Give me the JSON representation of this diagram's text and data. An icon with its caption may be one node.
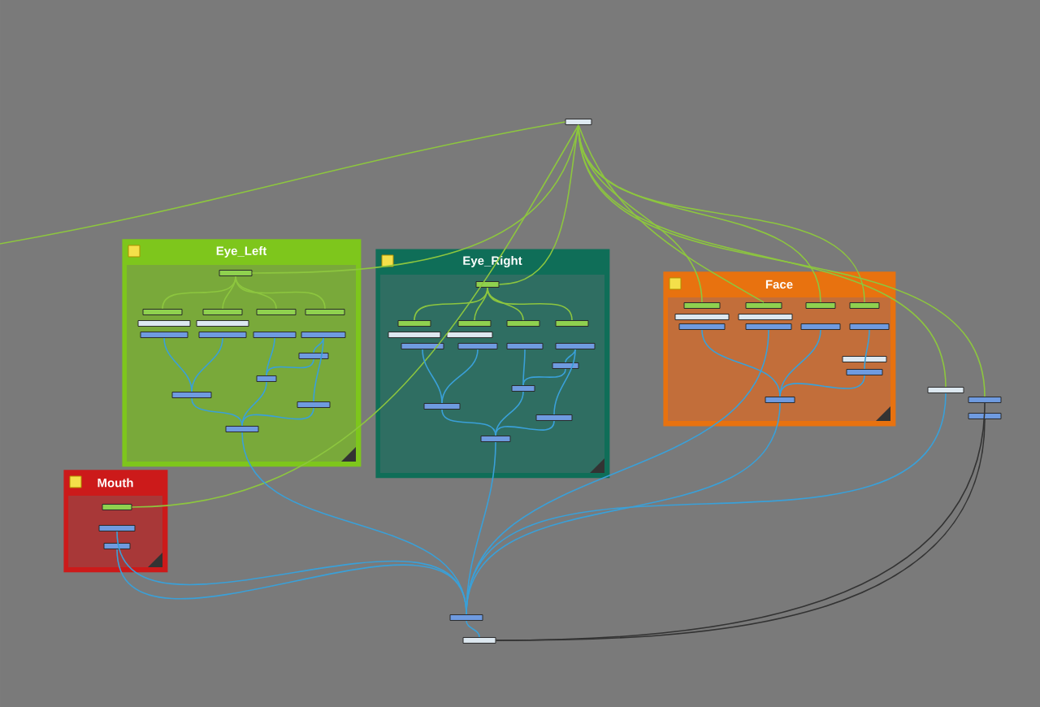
{
  "diagram": {
    "nodes": [
      {
        "text": [],
        "shape": "bar"
      },
      {
        "text": [
          "Eye_Left"
        ]
      },
      {
        "text": [],
        "shape": "bar",
        "in": 1
      },
      {
        "text": [],
        "shape": "bar",
        "in": 1
      },
      {
        "text": [],
        "shape": "bar",
        "in": 1
      },
      {
        "text": [],
        "shape": "bar",
        "in": 1
      },
      {
        "text": [],
        "shape": "bar",
        "in": 1
      },
      {
        "text": [],
        "shape": "bar",
        "in": 1
      },
      {
        "text": [],
        "shape": "bar",
        "in": 1
      },
      {
        "text": [],
        "shape": "bar",
        "in": 1
      },
      {
        "text": [],
        "shape": "bar",
        "in": 1
      },
      {
        "text": [],
        "shape": "bar",
        "in": 1
      },
      {
        "text": [],
        "shape": "bar",
        "in": 1
      },
      {
        "text": [],
        "shape": "bar",
        "in": 1
      },
      {
        "text": [],
        "shape": "bar",
        "in": 1
      },
      {
        "text": [],
        "shape": "bar",
        "in": 1
      },
      {
        "text": [],
        "shape": "bar",
        "in": 1
      },
      {
        "text": [],
        "shape": "bar",
        "in": 1
      },
      {
        "text": [
          "Eye_Right"
        ]
      },
      {
        "text": [],
        "shape": "bar",
        "in": 18
      },
      {
        "text": [],
        "shape": "bar",
        "in": 18
      },
      {
        "text": [],
        "shape": "bar",
        "in": 18
      },
      {
        "text": [],
        "shape": "bar",
        "in": 18
      },
      {
        "text": [],
        "shape": "bar",
        "in": 18
      },
      {
        "text": [],
        "shape": "bar",
        "in": 18
      },
      {
        "text": [],
        "shape": "bar",
        "in": 18
      },
      {
        "text": [],
        "shape": "bar",
        "in": 18
      },
      {
        "text": [],
        "shape": "bar",
        "in": 18
      },
      {
        "text": [],
        "shape": "bar",
        "in": 18
      },
      {
        "text": [],
        "shape": "bar",
        "in": 18
      },
      {
        "text": [],
        "shape": "bar",
        "in": 18
      },
      {
        "text": [],
        "shape": "bar",
        "in": 18
      },
      {
        "text": [],
        "shape": "bar",
        "in": 18
      },
      {
        "text": [],
        "shape": "bar",
        "in": 18
      },
      {
        "text": [],
        "shape": "bar",
        "in": 18
      },
      {
        "text": [
          "Face"
        ]
      },
      {
        "text": [],
        "shape": "bar",
        "in": 35
      },
      {
        "text": [],
        "shape": "bar",
        "in": 35
      },
      {
        "text": [],
        "shape": "bar",
        "in": 35
      },
      {
        "text": [],
        "shape": "bar",
        "in": 35
      },
      {
        "text": [],
        "shape": "bar",
        "in": 35
      },
      {
        "text": [],
        "shape": "bar",
        "in": 35
      },
      {
        "text": [],
        "shape": "bar",
        "in": 35
      },
      {
        "text": [],
        "shape": "bar",
        "in": 35
      },
      {
        "text": [],
        "shape": "bar",
        "in": 35
      },
      {
        "text": [],
        "shape": "bar",
        "in": 35
      },
      {
        "text": [],
        "shape": "bar",
        "in": 35
      },
      {
        "text": [],
        "shape": "bar",
        "in": 35
      },
      {
        "text": [],
        "shape": "bar",
        "in": 35
      },
      {
        "text": [],
        "shape": "bar"
      },
      {
        "text": [],
        "shape": "bar"
      },
      {
        "text": [],
        "shape": "bar"
      },
      {
        "text": [
          "Mouth"
        ]
      },
      {
        "text": [],
        "shape": "bar",
        "in": 52
      },
      {
        "text": [],
        "shape": "bar",
        "in": 52
      },
      {
        "text": [],
        "shape": "bar",
        "in": 52
      },
      {
        "text": [],
        "shape": "bar"
      },
      {
        "text": [],
        "shape": "bar"
      }
    ],
    "edges": [
      {
        "from": 0,
        "to": null,
        "arrow": "none",
        "color": "#8dc63f"
      },
      {
        "from": 0,
        "to": 2,
        "arrow": "none",
        "color": "#8dc63f"
      },
      {
        "from": 2,
        "to": 3,
        "arrow": "none",
        "color": "#8dc63f"
      },
      {
        "from": 2,
        "to": 4,
        "arrow": "none",
        "color": "#8dc63f"
      },
      {
        "from": 2,
        "to": 5,
        "arrow": "none",
        "color": "#8dc63f"
      },
      {
        "from": 2,
        "to": 6,
        "arrow": "none",
        "color": "#8dc63f"
      },
      {
        "from": 0,
        "to": 19,
        "arrow": "none",
        "color": "#8dc63f"
      },
      {
        "from": 19,
        "to": 20,
        "arrow": "none",
        "color": "#8dc63f"
      },
      {
        "from": 19,
        "to": 21,
        "arrow": "none",
        "color": "#8dc63f"
      },
      {
        "from": 19,
        "to": 22,
        "arrow": "none",
        "color": "#8dc63f"
      },
      {
        "from": 19,
        "to": 23,
        "arrow": "none",
        "color": "#8dc63f"
      },
      {
        "from": 0,
        "to": 36,
        "arrow": "none",
        "color": "#8dc63f"
      },
      {
        "from": 0,
        "to": 37,
        "arrow": "none",
        "color": "#8dc63f"
      },
      {
        "from": 0,
        "to": 38,
        "arrow": "none",
        "color": "#8dc63f"
      },
      {
        "from": 0,
        "to": 39,
        "arrow": "none",
        "color": "#8dc63f"
      },
      {
        "from": 0,
        "to": 49,
        "arrow": "none",
        "color": "#8dc63f"
      },
      {
        "from": 0,
        "to": 50,
        "arrow": "none",
        "color": "#8dc63f"
      },
      {
        "from": 0,
        "to": 53,
        "arrow": "none",
        "color": "#8dc63f"
      },
      {
        "from": 9,
        "to": 15,
        "arrow": "none"
      },
      {
        "from": 10,
        "to": 15,
        "arrow": "none"
      },
      {
        "from": 11,
        "to": 14,
        "arrow": "none"
      },
      {
        "from": 12,
        "to": 13,
        "arrow": "none"
      },
      {
        "from": 13,
        "to": 14,
        "arrow": "none"
      },
      {
        "from": 12,
        "to": 16,
        "arrow": "none"
      },
      {
        "from": 15,
        "to": 17,
        "arrow": "none"
      },
      {
        "from": 14,
        "to": 17,
        "arrow": "none"
      },
      {
        "from": 16,
        "to": 17,
        "arrow": "none"
      },
      {
        "from": 17,
        "to": 56,
        "arrow": "none"
      },
      {
        "from": 26,
        "to": 32,
        "arrow": "none"
      },
      {
        "from": 27,
        "to": 32,
        "arrow": "none"
      },
      {
        "from": 28,
        "to": 31,
        "arrow": "none"
      },
      {
        "from": 29,
        "to": 30,
        "arrow": "none"
      },
      {
        "from": 30,
        "to": 31,
        "arrow": "none"
      },
      {
        "from": 29,
        "to": 33,
        "arrow": "none"
      },
      {
        "from": 32,
        "to": 34,
        "arrow": "none"
      },
      {
        "from": 31,
        "to": 34,
        "arrow": "none"
      },
      {
        "from": 33,
        "to": 34,
        "arrow": "none"
      },
      {
        "from": 34,
        "to": 56,
        "arrow": "none"
      },
      {
        "from": 42,
        "to": 48,
        "arrow": "none"
      },
      {
        "from": 43,
        "to": 56,
        "arrow": "none"
      },
      {
        "from": 44,
        "to": 48,
        "arrow": "none"
      },
      {
        "from": 45,
        "to": 47,
        "arrow": "none"
      },
      {
        "from": 47,
        "to": 48,
        "arrow": "none"
      },
      {
        "from": 48,
        "to": 56,
        "arrow": "none"
      },
      {
        "from": 49,
        "to": 56,
        "arrow": "none"
      },
      {
        "from": 50,
        "to": 57,
        "arrow": "none",
        "color": "#333333"
      },
      {
        "from": 51,
        "to": 57,
        "arrow": "none",
        "color": "#333333"
      },
      {
        "from": 54,
        "to": 56,
        "arrow": "none"
      },
      {
        "from": 55,
        "to": 56,
        "arrow": "none"
      },
      {
        "from": 56,
        "to": 57,
        "arrow": "none"
      }
    ]
  }
}
